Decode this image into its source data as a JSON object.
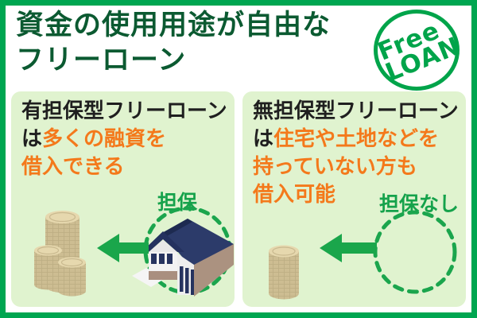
{
  "header": {
    "title_line1": "資金の使用用途が自由な",
    "title_line2": "フリーローン"
  },
  "stamp": {
    "line1": "Free",
    "line2": "LOAN"
  },
  "panels": {
    "left": {
      "heading": "有担保型フリーローン",
      "lead": "は",
      "highlight_line1": "多くの融資を",
      "highlight_line2": "借入できる",
      "label": "担保",
      "icons": [
        "coin-stacks-icon",
        "arrow-left-icon",
        "house-icon",
        "dashed-circle-icon"
      ]
    },
    "right": {
      "heading": "無担保型フリーローン",
      "lead": "は",
      "highlight_line1": "住宅や土地などを",
      "highlight_line2": "持っていない方も",
      "highlight_line3": "借入可能",
      "label": "担保なし",
      "icons": [
        "coin-stack-icon",
        "arrow-left-icon",
        "empty-dashed-circle-icon"
      ]
    }
  },
  "colors": {
    "border_green": "#00a651",
    "title_green": "#0b5a31",
    "panel_bg": "#e0f3cf",
    "highlight_orange": "#f4791b",
    "text_black": "#1f1f1f",
    "stamp_green": "#00a44a",
    "label_green": "#15a24b",
    "arrow_green": "#1aa64b",
    "dashed_circle_green": "#1ba54d",
    "coin_side_tan": "#cdbd92",
    "coin_top_tan": "#e6d8ae",
    "house_roof_navy": "#2c3b6a"
  }
}
